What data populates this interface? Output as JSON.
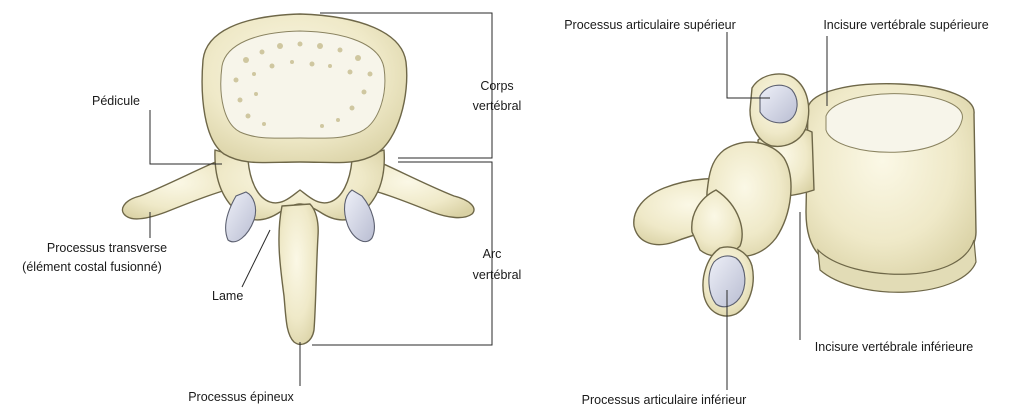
{
  "figure": {
    "superior_view": {
      "labels": {
        "pedicule": "Pédicule",
        "corps_line1": "Corps",
        "corps_line2": "vertébral",
        "transverse_line1": "Processus transverse",
        "transverse_line2": "(élément costal fusionné)",
        "lame": "Lame",
        "arc_line1": "Arc",
        "arc_line2": "vertébral",
        "epineux": "Processus épineux"
      }
    },
    "lateral_view": {
      "labels": {
        "art_sup": "Processus articulaire supérieur",
        "incisure_sup": "Incisure vertébrale supérieure",
        "incisure_inf": "Incisure vertébrale inférieure",
        "art_inf": "Processus articulaire inférieur"
      }
    }
  }
}
